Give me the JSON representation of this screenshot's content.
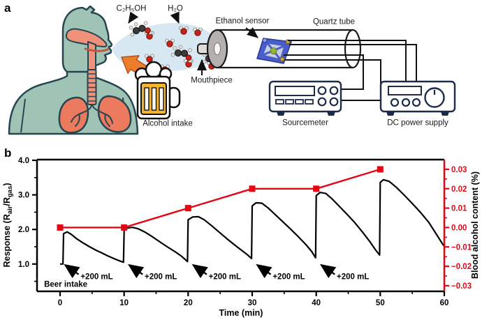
{
  "figure": {
    "panel_a_letter": "a",
    "panel_b_letter": "b"
  },
  "panel_a": {
    "labels": {
      "ethanol_molecule": "C₂H₅OH",
      "water_molecule": "H₂O",
      "ethanol_sensor": "Ethanol sensor",
      "quartz_tube": "Quartz tube",
      "mouthpiece": "Mouthpiece",
      "alcohol_intake": "Alcohol intake",
      "sourcemeter": "Sourcemeter",
      "dc_power_supply": "DC power supply"
    },
    "colors": {
      "body_teal": "#9fc4b6",
      "outline_dark": "#27454f",
      "lung_salmon": "#ec7a5f",
      "airway_salmon": "#f0917a",
      "cloud_blue": "#d7e8f3",
      "oxygen_red": "#c92318",
      "carbon_dark": "#3b3b3b",
      "hydrogen_gray": "#e8e8e6",
      "arrow_orange": "#ec7d2b",
      "beer_amber": "#f0b632",
      "device_outline": "#1c2b4a",
      "tube_cap_gray": "#b3b0ad",
      "sensor_blue": "#4a5ec9",
      "sensor_pad_gold": "#c8a23c",
      "sensor_center_green": "#95b43c"
    }
  },
  "chart_data": {
    "type": "line",
    "xlabel": "Time (min)",
    "ylabel_left_parts": {
      "p1": "Response (R",
      "sub1": "air",
      "p2": "/R",
      "sub2": "gas",
      "p3": ")"
    },
    "ylabel_right": "Blood alcohol content (%)",
    "xlim": [
      -3.6,
      60
    ],
    "ylim_left": [
      0.21,
      4.02
    ],
    "ylim_right": [
      -0.0329,
      0.035
    ],
    "x_major_ticks": [
      0,
      10,
      20,
      30,
      40,
      50,
      60
    ],
    "x_major_labels": [
      "0",
      "10",
      "20",
      "30",
      "40",
      "50",
      "60"
    ],
    "x_minor_ticks": [
      5,
      15,
      25,
      35,
      45,
      55
    ],
    "left_major_ticks": [
      1.0,
      2.0,
      3.0,
      4.0
    ],
    "left_major_labels": [
      "1.0",
      "2.0",
      "3.0",
      "4.0"
    ],
    "left_minor_ticks": [
      0.5,
      1.5,
      2.5,
      3.5
    ],
    "right_major_ticks": [
      -0.03,
      -0.02,
      -0.01,
      0.0,
      0.01,
      0.02,
      0.03
    ],
    "right_major_labels": [
      "−0.03",
      "−0.02",
      "−0.01",
      "0.00",
      "0.01",
      "0.02",
      "0.03"
    ],
    "right_minor_ticks": [
      -0.025,
      -0.015,
      -0.005,
      0.005,
      0.015,
      0.025
    ],
    "axis_color_left": "#000000",
    "axis_color_right": "#e30613",
    "series": [
      {
        "name": "response",
        "axis": "left",
        "color": "#000000",
        "marker": "none",
        "points": [
          [
            0,
            1.0
          ],
          [
            0.45,
            1.0
          ],
          [
            0.55,
            1.88
          ],
          [
            1.1,
            1.93
          ],
          [
            1.8,
            1.85
          ],
          [
            2.6,
            1.73
          ],
          [
            3.5,
            1.62
          ],
          [
            4.5,
            1.51
          ],
          [
            5.5,
            1.41
          ],
          [
            6.5,
            1.32
          ],
          [
            7.5,
            1.23
          ],
          [
            8.5,
            1.15
          ],
          [
            9.3,
            1.09
          ],
          [
            9.9,
            1.05
          ],
          [
            10.0,
            1.98
          ],
          [
            10.5,
            2.04
          ],
          [
            11.3,
            2.06
          ],
          [
            12.2,
            2.02
          ],
          [
            13.2,
            1.93
          ],
          [
            14.4,
            1.79
          ],
          [
            15.6,
            1.64
          ],
          [
            16.8,
            1.49
          ],
          [
            18,
            1.35
          ],
          [
            19,
            1.22
          ],
          [
            19.9,
            1.07
          ],
          [
            20.0,
            2.28
          ],
          [
            20.7,
            2.36
          ],
          [
            21.6,
            2.37
          ],
          [
            22.5,
            2.28
          ],
          [
            23.6,
            2.12
          ],
          [
            24.8,
            1.93
          ],
          [
            26,
            1.74
          ],
          [
            27.2,
            1.56
          ],
          [
            28.4,
            1.39
          ],
          [
            29.3,
            1.26
          ],
          [
            29.9,
            1.16
          ],
          [
            30.0,
            2.68
          ],
          [
            30.6,
            2.77
          ],
          [
            31.5,
            2.76
          ],
          [
            32.5,
            2.62
          ],
          [
            33.6,
            2.43
          ],
          [
            34.8,
            2.22
          ],
          [
            36,
            2.01
          ],
          [
            37.2,
            1.79
          ],
          [
            38.4,
            1.56
          ],
          [
            39.3,
            1.36
          ],
          [
            39.9,
            1.18
          ],
          [
            40.0,
            2.98
          ],
          [
            40.6,
            3.07
          ],
          [
            41.5,
            3.04
          ],
          [
            42.5,
            2.88
          ],
          [
            43.6,
            2.67
          ],
          [
            44.8,
            2.44
          ],
          [
            46,
            2.2
          ],
          [
            47.2,
            1.93
          ],
          [
            48.4,
            1.64
          ],
          [
            49.3,
            1.4
          ],
          [
            49.9,
            1.26
          ],
          [
            50.0,
            3.36
          ],
          [
            50.5,
            3.44
          ],
          [
            51.4,
            3.39
          ],
          [
            52.5,
            3.22
          ],
          [
            53.7,
            3.0
          ],
          [
            55,
            2.75
          ],
          [
            56.3,
            2.49
          ],
          [
            57.6,
            2.2
          ],
          [
            58.8,
            1.85
          ],
          [
            59.9,
            1.53
          ]
        ]
      },
      {
        "name": "blood_alcohol",
        "axis": "right",
        "color": "#e30613",
        "marker": "square",
        "points": [
          [
            0,
            0.0
          ],
          [
            10,
            0.0
          ],
          [
            20,
            0.01
          ],
          [
            30,
            0.02
          ],
          [
            40,
            0.02
          ],
          [
            50,
            0.03
          ]
        ]
      }
    ],
    "annotations": {
      "beer_intake": {
        "label": "Beer intake",
        "text_at": [
          -2.5,
          0.34
        ]
      },
      "dose_labels": [
        {
          "label": "+200 mL",
          "tip": [
            0.8,
            0.97
          ],
          "tail": [
            2.9,
            0.7
          ],
          "text_at": [
            3.2,
            0.56
          ]
        },
        {
          "label": "+200 mL",
          "tip": [
            10.8,
            0.97
          ],
          "tail": [
            12.9,
            0.7
          ],
          "text_at": [
            13.2,
            0.56
          ]
        },
        {
          "label": "+200 mL",
          "tip": [
            20.8,
            0.97
          ],
          "tail": [
            22.9,
            0.7
          ],
          "text_at": [
            23.2,
            0.56
          ]
        },
        {
          "label": "+200 mL",
          "tip": [
            30.8,
            0.97
          ],
          "tail": [
            32.9,
            0.7
          ],
          "text_at": [
            33.2,
            0.56
          ]
        },
        {
          "label": "+200 mL",
          "tip": [
            40.8,
            0.97
          ],
          "tail": [
            42.9,
            0.7
          ],
          "text_at": [
            43.2,
            0.56
          ]
        }
      ]
    },
    "legend": "none",
    "grid": false
  }
}
